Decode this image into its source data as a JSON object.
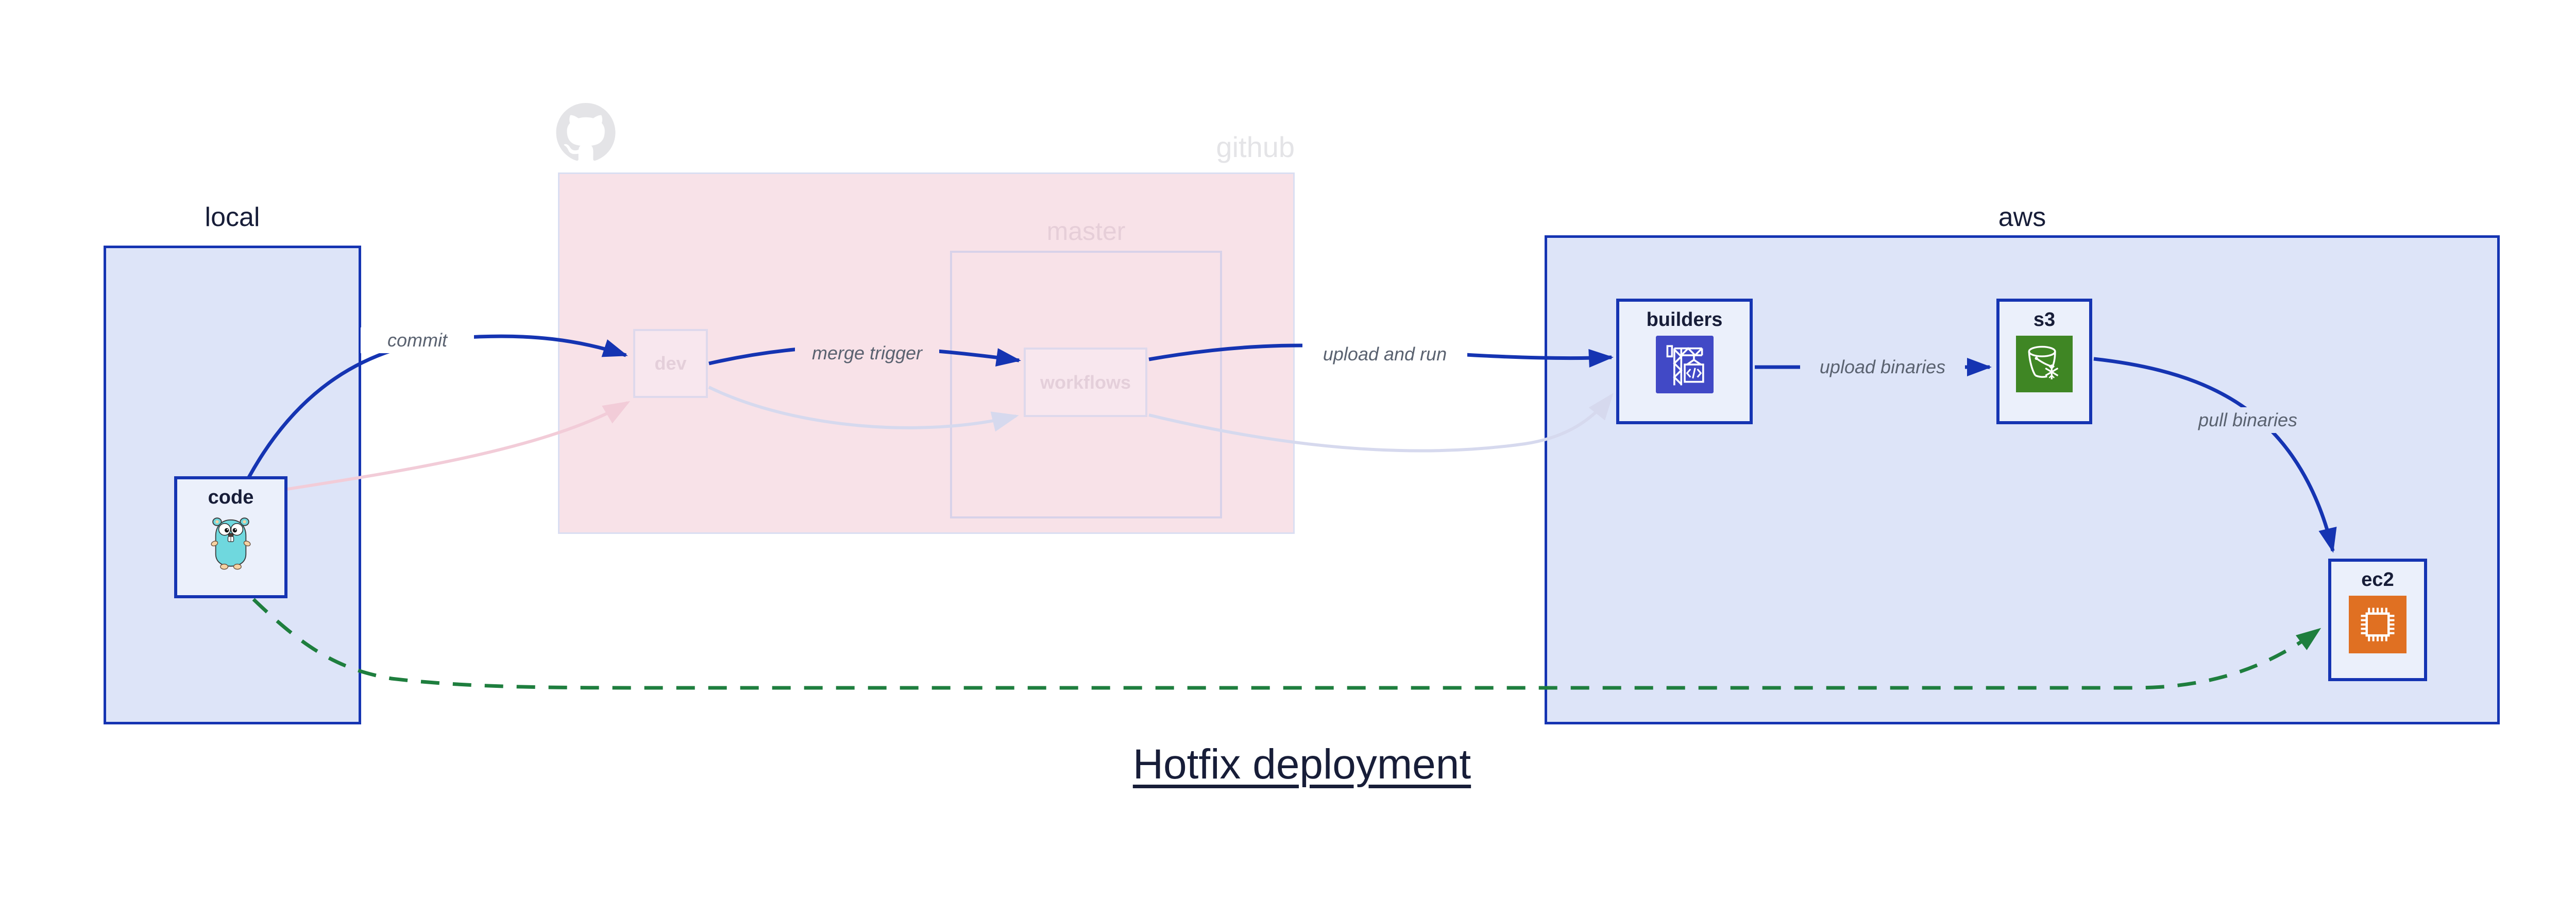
{
  "title": "Hotfix deployment",
  "groups": {
    "local": {
      "label": "local"
    },
    "github": {
      "label": "github"
    },
    "master": {
      "label": "master"
    },
    "aws": {
      "label": "aws"
    }
  },
  "nodes": {
    "code": {
      "label": "code",
      "icon": "go-gopher-icon"
    },
    "dev": {
      "label": "dev"
    },
    "workflows": {
      "label": "workflows"
    },
    "builders": {
      "label": "builders",
      "icon": "aws-codebuild-crane-icon"
    },
    "s3": {
      "label": "s3",
      "icon": "aws-s3-bucket-snowflake-icon"
    },
    "ec2": {
      "label": "ec2",
      "icon": "aws-ec2-chip-icon"
    }
  },
  "edges": [
    {
      "from": "code",
      "to": "dev",
      "label": "commit",
      "style": "solid-blue"
    },
    {
      "from": "code",
      "to": "dev",
      "label": "",
      "style": "faded-pink"
    },
    {
      "from": "dev",
      "to": "workflows",
      "label": "merge trigger",
      "style": "solid-blue"
    },
    {
      "from": "dev",
      "to": "workflows",
      "label": "",
      "style": "faded-lavender"
    },
    {
      "from": "workflows",
      "to": "builders",
      "label": "upload and run",
      "style": "solid-blue"
    },
    {
      "from": "workflows",
      "to": "builders",
      "label": "",
      "style": "faded-lavender"
    },
    {
      "from": "builders",
      "to": "s3",
      "label": "upload binaries",
      "style": "solid-blue"
    },
    {
      "from": "s3",
      "to": "ec2",
      "label": "pull binaries",
      "style": "solid-blue"
    },
    {
      "from": "code",
      "to": "ec2",
      "label": "",
      "style": "dashed-green"
    }
  ],
  "colors": {
    "accent_blue": "#1534b2",
    "panel_fill": "#dde4f8",
    "node_fill": "#ebf0fb",
    "github_fill": "#f8e2e8",
    "hotfix_green": "#1e7e3e",
    "faded_pink_edge": "#f2ccd8",
    "faded_lavender_edge": "#d6d9ee",
    "edge_label_text": "#5a6270",
    "dark_text": "#171d38",
    "faded_gray_text": "#e4e4e7",
    "codebuild_indigo": "#4149c6",
    "s3_green": "#3f8624",
    "ec2_orange": "#e07022",
    "gopher_teal": "#6fd8de"
  }
}
